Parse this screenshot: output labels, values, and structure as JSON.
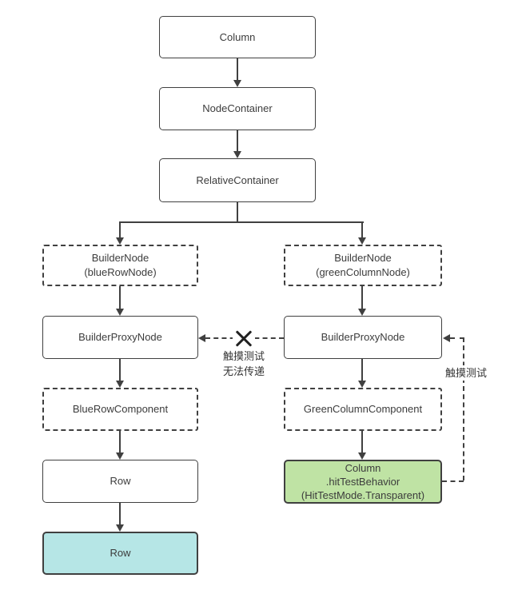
{
  "colors": {
    "line": "#404040",
    "text": "#3c3c3c",
    "teal_fill": "#b6e6e6",
    "green_fill": "#bfe3a4",
    "bg": "#ffffff"
  },
  "nodes": {
    "column": {
      "label": "Column"
    },
    "node_container": {
      "label": "NodeContainer"
    },
    "relative_container": {
      "label": "RelativeContainer"
    },
    "builder_node_blue": {
      "line1": "BuilderNode",
      "line2": "(blueRowNode)"
    },
    "builder_node_green": {
      "line1": "BuilderNode",
      "line2": "(greenColumnNode)"
    },
    "builder_proxy_left": {
      "label": "BuilderProxyNode"
    },
    "builder_proxy_right": {
      "label": "BuilderProxyNode"
    },
    "blue_row_component": {
      "label": "BlueRowComponent"
    },
    "green_column_component": {
      "label": "GreenColumnComponent"
    },
    "row": {
      "label": "Row"
    },
    "row_filled": {
      "label": "Row"
    },
    "column_hit_test": {
      "line1": "Column",
      "line2": ".hitTestBehavior",
      "line3": "(HitTestMode.Transparent)"
    }
  },
  "annotations": {
    "blocked": {
      "line1": "触摸测试",
      "line2": "无法传递"
    },
    "touch_test": "触摸测试"
  }
}
